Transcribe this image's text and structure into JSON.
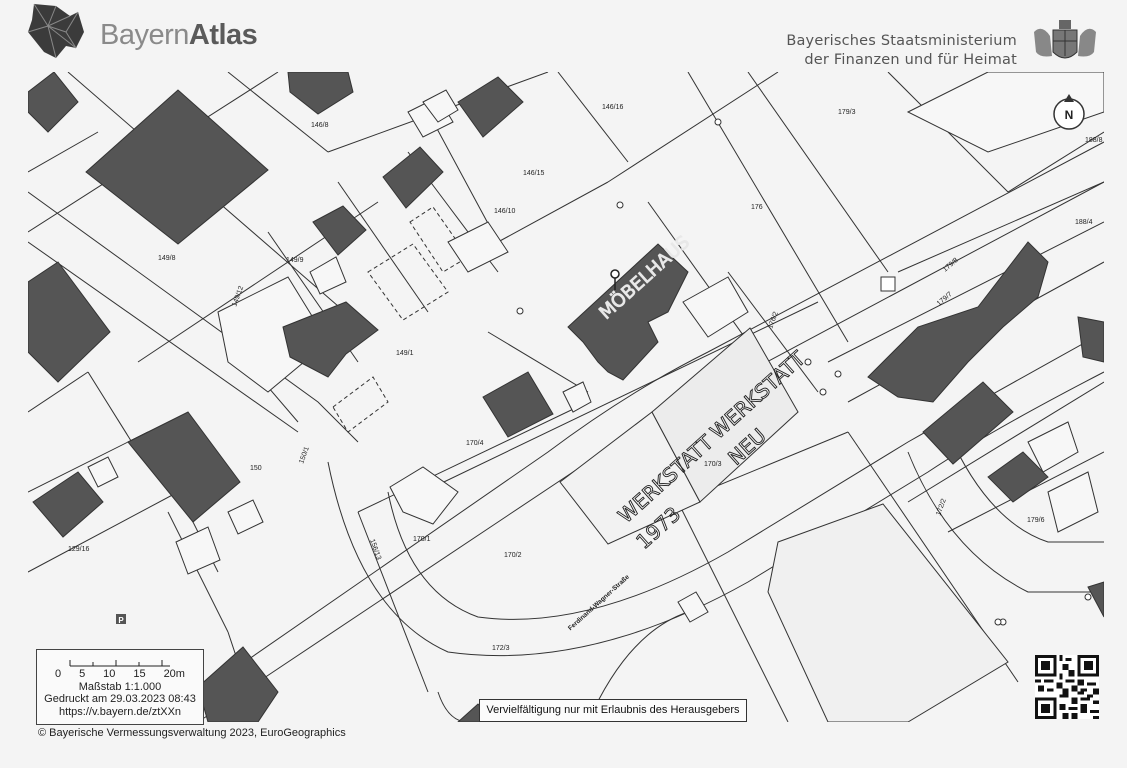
{
  "header": {
    "logo_light": "Bayern",
    "logo_bold": "Atlas",
    "ministry_line1": "Bayerisches Staatsministerium",
    "ministry_line2": "der Finanzen und für Heimat"
  },
  "map": {
    "north_label": "N",
    "parcels": [
      "146/16",
      "146/8",
      "146/15",
      "146/10",
      "149/8",
      "149/9",
      "149/12",
      "149/1",
      "176",
      "179/3",
      "188/8",
      "188/4",
      "179/8",
      "179/7",
      "176/2",
      "179/6",
      "172/2",
      "170/4",
      "170/3",
      "150",
      "150/1",
      "129/16",
      "170/1",
      "170/2",
      "156/13",
      "172/3"
    ],
    "street_name": "Ferdinand-Wagner-Straße",
    "handwritten": [
      "MÖBELHAUS",
      "WERKSTATT 1973",
      "WERKSTATT NEU"
    ],
    "parking_symbol": "P"
  },
  "scale_box": {
    "ticks": [
      "0",
      "5",
      "10",
      "15",
      "20m"
    ],
    "scale": "Maßstab 1:1.000",
    "printed": "Gedruckt am 29.03.2023 08:43",
    "url": "https://v.bayern.de/ztXXn"
  },
  "footer": {
    "notice": "Vervielfältigung nur mit Erlaubnis des Herausgebers",
    "copyright": "© Bayerische Vermessungsverwaltung 2023, EuroGeographics"
  },
  "colors": {
    "building": "#555555",
    "paper": "#f4f4f4",
    "line": "#333333"
  }
}
